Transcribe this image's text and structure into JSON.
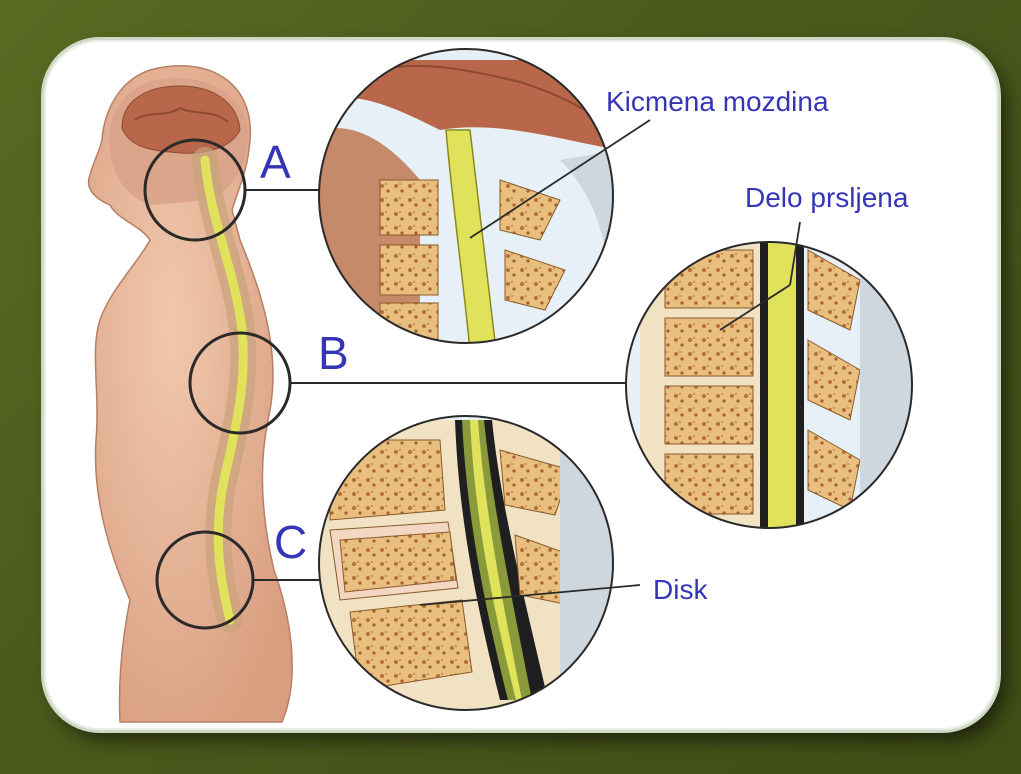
{
  "diagram": {
    "regions": [
      {
        "letter": "A"
      },
      {
        "letter": "B"
      },
      {
        "letter": "C"
      }
    ],
    "callouts": {
      "spinal_cord": "Kicmena mozdina",
      "vertebra_part": "Delo prsljena",
      "disc": "Disk"
    },
    "colors": {
      "label": "#3535b8",
      "cord": "#e3e85a",
      "skin": "#e8b496",
      "bone": "#d9a86a",
      "background": "#4b5a1c"
    }
  }
}
